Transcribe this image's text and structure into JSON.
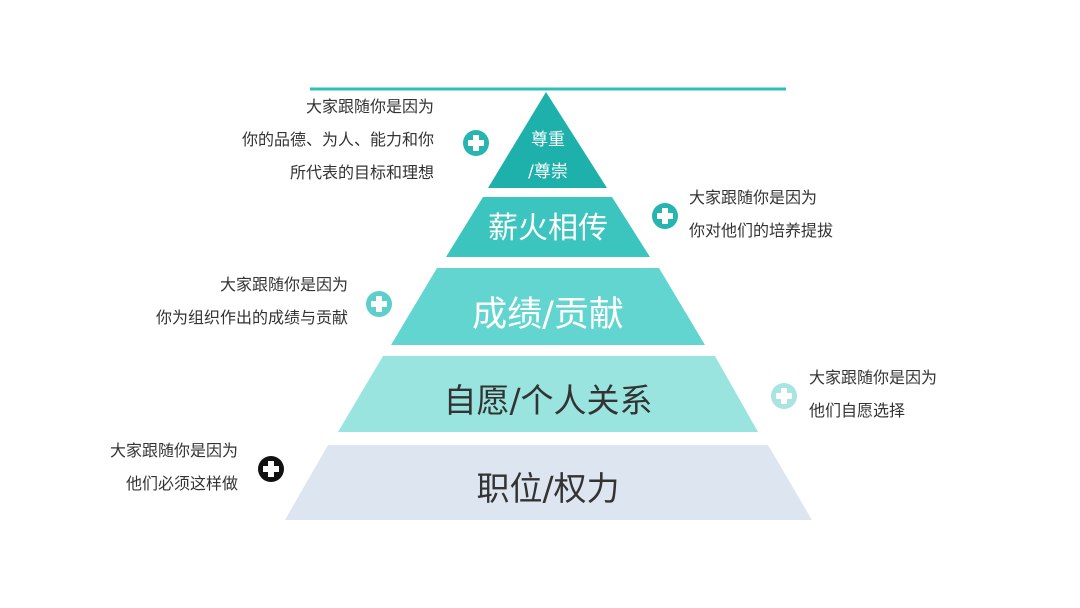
{
  "colors": {
    "line": "#2fbfb9",
    "tier1": "#1eb1ac",
    "tier2": "#3cc5bf",
    "tier3": "#62d5d0",
    "tier4": "#9ae4e0",
    "tier5": "#dde5f1"
  },
  "tiers": [
    {
      "line1": "尊重",
      "line2": "/尊崇"
    },
    {
      "label": "薪火相传"
    },
    {
      "label": "成绩/贡献"
    },
    {
      "label": "自愿/个人关系"
    },
    {
      "label": "职位/权力"
    }
  ],
  "notes": [
    {
      "lines": [
        "大家跟随你是因为",
        "你的品德、为人、能力和你",
        "所代表的目标和理想"
      ],
      "icon": "plus-circle-icon"
    },
    {
      "lines": [
        "大家跟随你是因为",
        "你对他们的培养提拔"
      ],
      "icon": "plus-circle-icon"
    },
    {
      "lines": [
        "大家跟随你是因为",
        "你为组织作出的成绩与贡献"
      ],
      "icon": "plus-circle-icon"
    },
    {
      "lines": [
        "大家跟随你是因为",
        "他们自愿选择"
      ],
      "icon": "plus-circle-icon"
    },
    {
      "lines": [
        "大家跟随你是因为",
        "他们必须这样做"
      ],
      "icon": "plus-circle-icon"
    }
  ]
}
